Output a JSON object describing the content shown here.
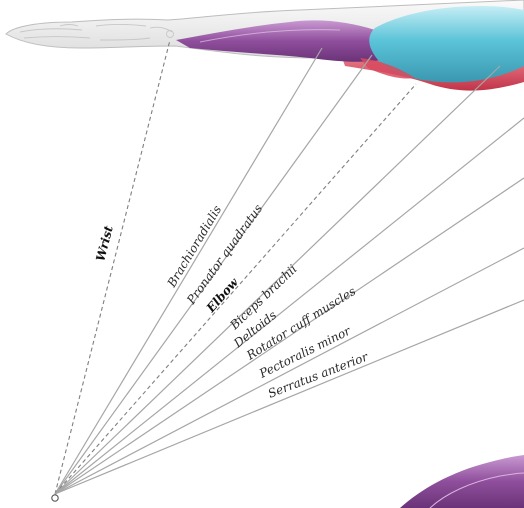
{
  "labels": {
    "wrist": "Wrist",
    "brachioradialis": "Brachioradialis",
    "pronator_quadratus": "Pronator quadratus",
    "elbow": "Elbow",
    "biceps_brachii": "Biceps brachii",
    "deltoids": "Deltoids",
    "rotator_cuff": "Rotator cuff muscles",
    "pectoralis_minor": "Pectoralis minor",
    "serratus_anterior": "Serratus anterior"
  },
  "colors": {
    "bone": "#e9e9e9",
    "bone_outline": "#bdbdbd",
    "muscle_purple": "#8f4e9c",
    "muscle_purple_light": "#c99ad2",
    "muscle_cyan": "#5bc4d8",
    "muscle_cyan_light": "#a9e3ee",
    "muscle_red": "#d84a5e",
    "ray": "#a6a6a6",
    "dashed_ray": "#7f7f7f",
    "text": "#2a2a2a"
  }
}
